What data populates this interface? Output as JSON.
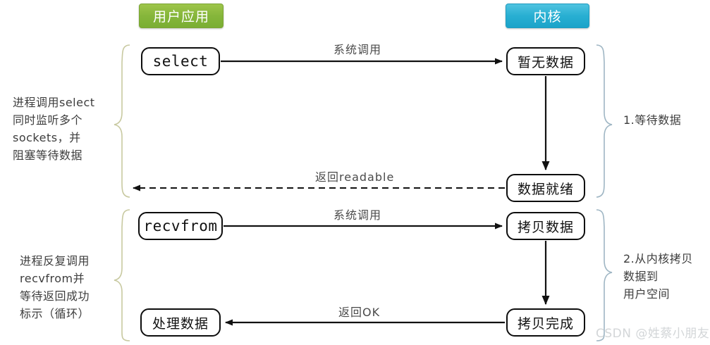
{
  "header": {
    "user_pill": "用户应用",
    "kernel_pill": "内核",
    "user_color": "#86b63b",
    "kernel_color": "#28afd2"
  },
  "boxes": {
    "select": "select",
    "recvfrom": "recvfrom",
    "process_data": "处理数据",
    "no_data": "暂无数据",
    "data_ready": "数据就绪",
    "copying_data": "拷贝数据",
    "copy_done": "拷贝完成"
  },
  "edges": {
    "syscall_1": "系统调用",
    "return_readable": "返回readable",
    "syscall_2": "系统调用",
    "return_ok": "返回OK"
  },
  "notes": {
    "left_1": "进程调用select\n同时监听多个\nsockets，并\n阻塞等待数据",
    "left_2": "进程反复调用\nrecvfrom并\n等待返回成功\n标示（循环）",
    "right_1": "1.等待数据",
    "right_2": "2.从内核拷贝\n   数据到\n   用户空间"
  },
  "watermark": "CSDN @姓蔡小朋友",
  "colors": {
    "brace_left": "#c8c9a0",
    "brace_right": "#9fb6c4",
    "arrow": "#111111",
    "label_text": "#4a4a4a"
  }
}
